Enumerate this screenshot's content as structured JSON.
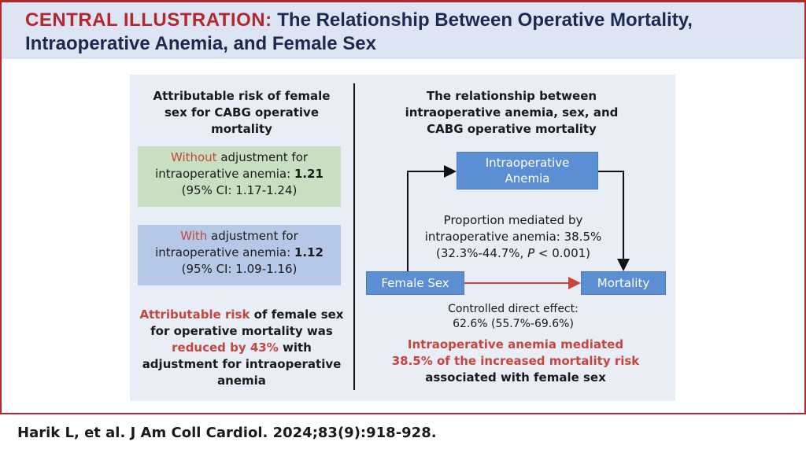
{
  "header": {
    "label": "CENTRAL ILLUSTRATION:",
    "title_line1": "The Relationship Between Operative Mortality,",
    "title_line2": "Intraoperative Anemia, and Female Sex"
  },
  "left": {
    "heading": [
      "Attributable risk of female",
      "sex for CABG operative",
      "mortality"
    ],
    "without": {
      "red": "Without",
      "rest": " adjustment for",
      "line2": "intraoperative anemia: ",
      "value": "1.21",
      "ci": "(95% CI: 1.17-1.24)"
    },
    "with": {
      "red": "With",
      "rest": " adjustment for",
      "line2": "intraoperative anemia: ",
      "value": "1.12",
      "ci": "(95% CI: 1.09-1.16)"
    },
    "summary": {
      "red1": "Attributable risk",
      "rest1": " of female sex",
      "line2": "for operative mortality was",
      "red3": "reduced by 43%",
      "rest3": " with",
      "line4": "adjustment for intraoperative",
      "line5": "anemia"
    }
  },
  "right": {
    "heading": [
      "The relationship between",
      "intraoperative anemia, sex, and",
      "CABG operative mortality"
    ],
    "nodes": {
      "anemia": [
        "Intraoperative",
        "Anemia"
      ],
      "female": "Female Sex",
      "mortality": "Mortality"
    },
    "mediated": {
      "line1": "Proportion mediated by",
      "line2": "intraoperative anemia: 38.5%",
      "line3a": "(32.3%-44.7%, ",
      "p": "P",
      "line3b": " < 0.001)"
    },
    "direct": {
      "line1": "Controlled direct effect:",
      "line2": "62.6% (55.7%-69.6%)"
    },
    "conclusion": {
      "red1": "Intraoperative anemia mediated",
      "red2": "38.5% of the increased mortality risk",
      "line3": "associated with female sex"
    }
  },
  "citation": "Harik L, et al. J Am Coll Cardiol. 2024;83(9):918-928.",
  "colors": {
    "accent": "#b5262d",
    "navy": "#1c2a52",
    "node": "#5b8ed2"
  }
}
